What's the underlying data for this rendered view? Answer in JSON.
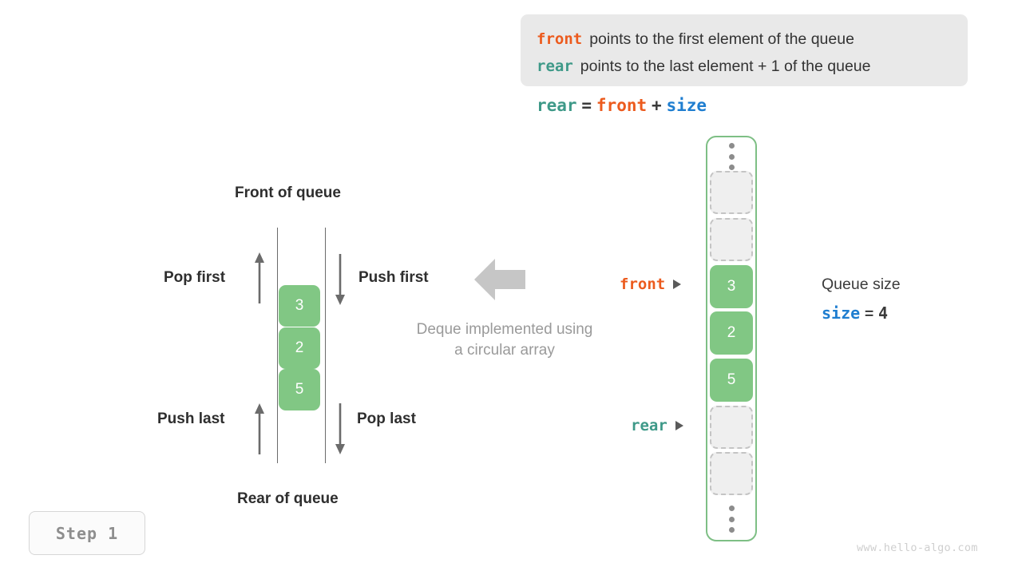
{
  "legend": {
    "lines": [
      {
        "keyword": "front",
        "color_key": "front",
        "text": "points to the first element of the queue"
      },
      {
        "keyword": "rear",
        "color_key": "rear",
        "text": "points to the last element + 1 of the queue"
      }
    ]
  },
  "formula": {
    "lhs": "rear",
    "eq": "=",
    "rhs1": "front",
    "plus": "+",
    "rhs2": "size"
  },
  "deque_diagram": {
    "front_label": "Front of queue",
    "rear_label": "Rear of queue",
    "pop_first_label": "Pop first",
    "push_first_label": "Push first",
    "push_last_label": "Push last",
    "pop_last_label": "Pop last",
    "cells": [
      "3",
      "2",
      "5"
    ],
    "caption_line1": "Deque implemented using",
    "caption_line2": "a circular array"
  },
  "circular_array": {
    "cells": [
      {
        "type": "empty",
        "value": ""
      },
      {
        "type": "empty",
        "value": ""
      },
      {
        "type": "filled",
        "value": "3"
      },
      {
        "type": "filled",
        "value": "2"
      },
      {
        "type": "filled",
        "value": "5"
      },
      {
        "type": "empty",
        "value": ""
      },
      {
        "type": "empty",
        "value": ""
      }
    ],
    "front_pointer": "front",
    "rear_pointer": "rear"
  },
  "queue_size": {
    "title": "Queue size",
    "var": "size",
    "eq": "=",
    "value": "4"
  },
  "step_badge": "Step 1",
  "watermark": "www.hello-algo.com",
  "colors": {
    "front": "#ec5b1e",
    "rear": "#3e9988",
    "size": "#1f7ed0",
    "cell_green": "#81c784",
    "container_green": "#7ebf85",
    "legend_bg": "#e9e9e9"
  }
}
